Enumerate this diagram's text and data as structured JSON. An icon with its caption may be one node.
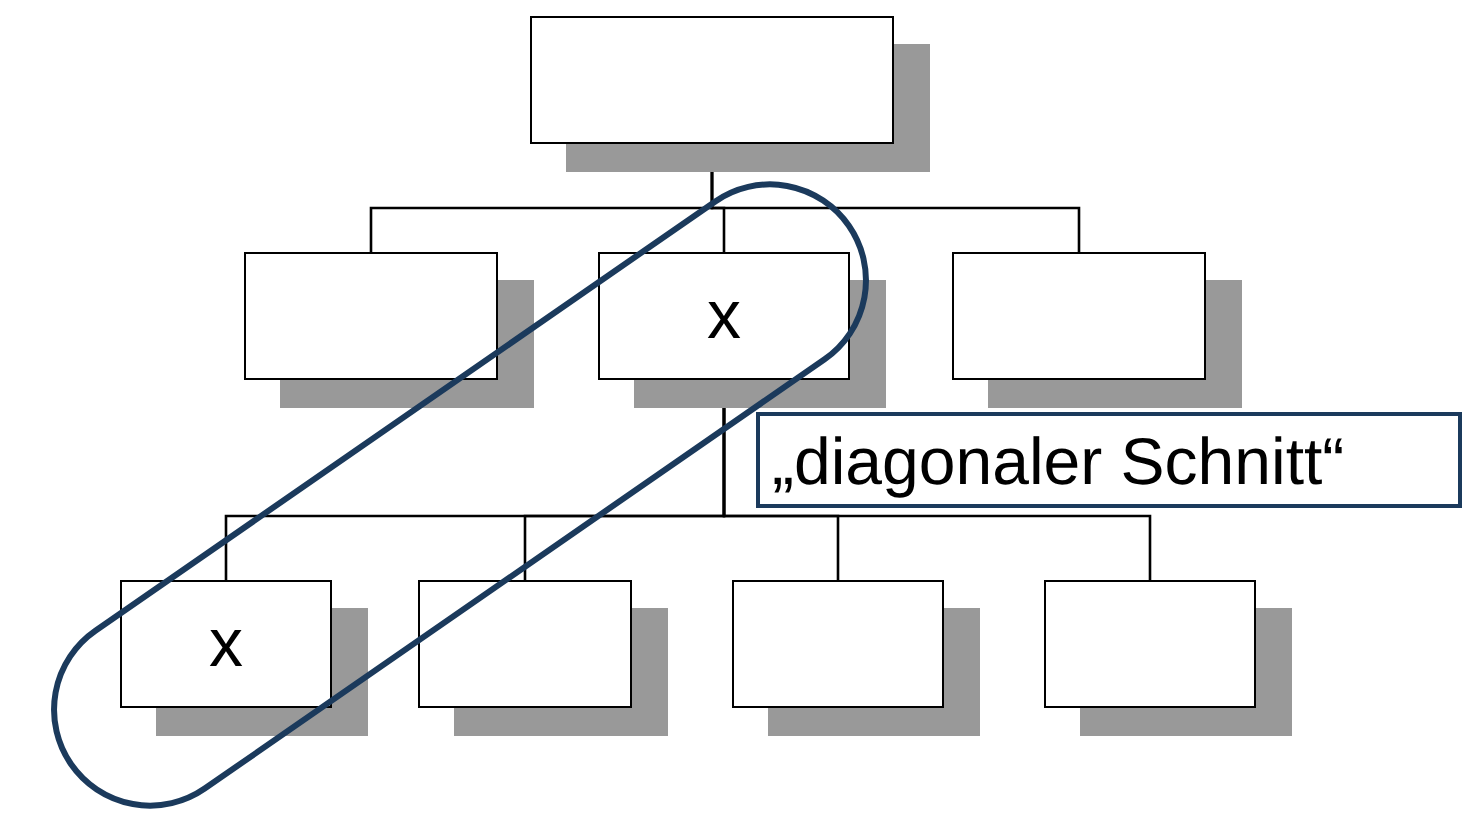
{
  "diagram": {
    "nodes": [
      {
        "text": [],
        "shape": "box"
      },
      {
        "text": [],
        "shape": "box"
      },
      {
        "text": [
          "x"
        ]
      },
      {
        "text": [],
        "shape": "box"
      },
      {
        "text": [
          "x"
        ]
      },
      {
        "text": [],
        "shape": "box"
      },
      {
        "text": [],
        "shape": "box"
      },
      {
        "text": [],
        "shape": "box"
      },
      {
        "text": [
          "„diagonaler Schnitt“"
        ]
      }
    ],
    "edges": [
      {
        "from": 0,
        "to": 1,
        "arrow": "none"
      },
      {
        "from": 0,
        "to": 2,
        "arrow": "none"
      },
      {
        "from": 0,
        "to": 3,
        "arrow": "none"
      },
      {
        "from": 2,
        "to": 4,
        "arrow": "none"
      },
      {
        "from": 2,
        "to": 5,
        "arrow": "none"
      },
      {
        "from": 2,
        "to": 6,
        "arrow": "none"
      },
      {
        "from": 2,
        "to": 7,
        "arrow": "none"
      }
    ]
  }
}
